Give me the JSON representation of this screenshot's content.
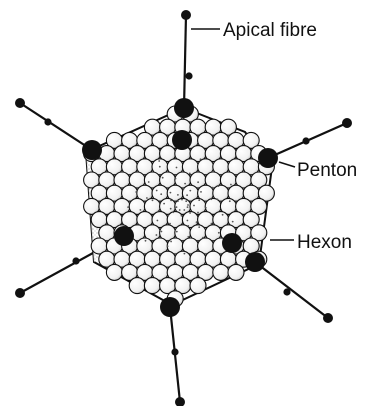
{
  "labels": {
    "apical_fibre": "Apical fibre",
    "penton": "Penton",
    "hexon": "Hexon"
  },
  "colors": {
    "ink": "#111111",
    "sphere_fill": "#ffffff",
    "background": "#ffffff"
  }
}
